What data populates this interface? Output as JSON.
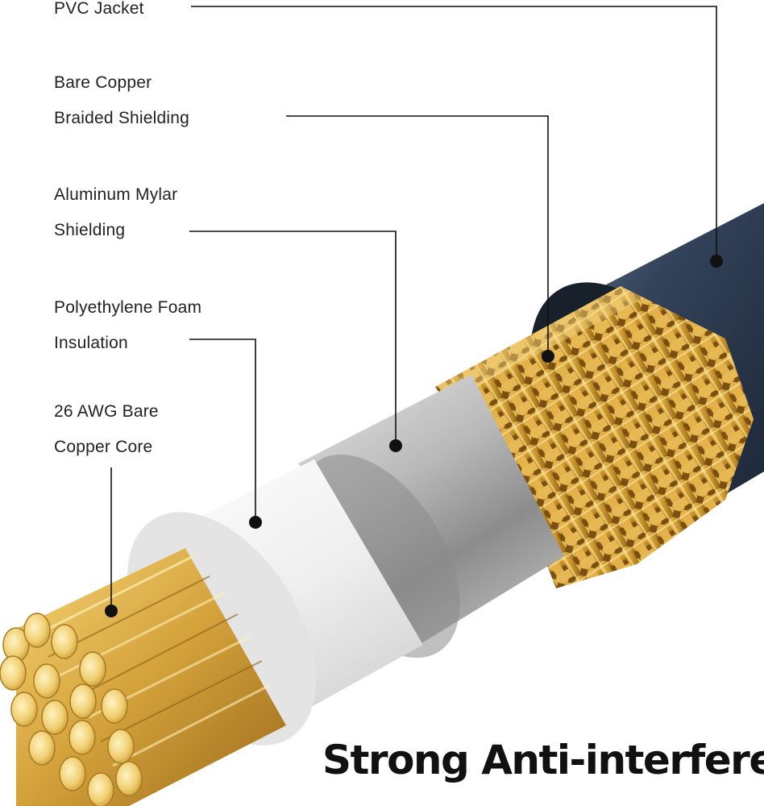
{
  "labels": {
    "pvc_jacket": [
      "PVC Jacket"
    ],
    "braided_shielding": [
      "Bare Copper",
      "Braided Shielding"
    ],
    "mylar_shielding": [
      "Aluminum Mylar",
      "Shielding"
    ],
    "foam_insulation": [
      "Polyethylene Foam",
      "Insulation"
    ],
    "copper_core": [
      "26 AWG Bare",
      "Copper Core"
    ]
  },
  "headline": "Strong Anti-interfere",
  "colors": {
    "jacket": "#2e3d52",
    "braid": "#d6a23a",
    "mylar": "#b4b4b4",
    "foam": "#f2f2f2",
    "core": "#d9a638",
    "leader_line": "#111111"
  }
}
